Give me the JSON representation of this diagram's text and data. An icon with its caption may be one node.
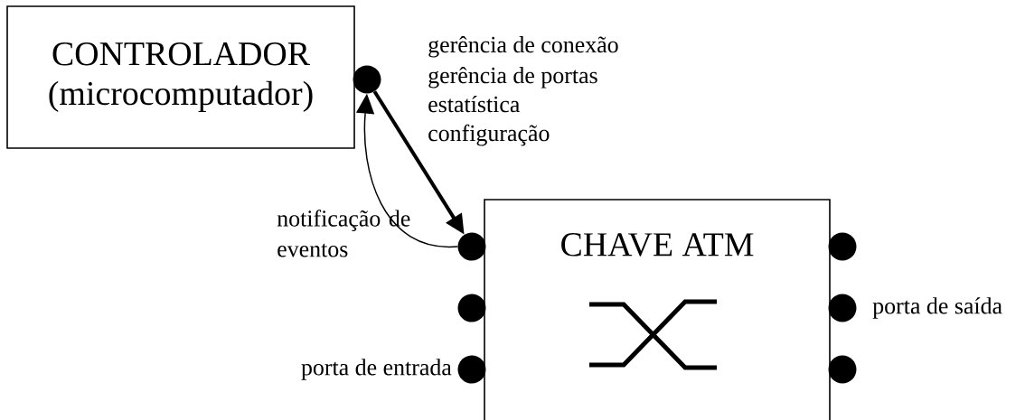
{
  "diagram": {
    "nodes": [
      {
        "text": [
          "CONTROLADOR",
          "(microcomputador)"
        ]
      },
      {
        "text": [],
        "shape": "circle"
      },
      {
        "text": [
          "CHAVE ATM"
        ]
      },
      {
        "text": [],
        "shape": "circle"
      },
      {
        "text": [],
        "shape": "circle"
      },
      {
        "text": [],
        "shape": "circle",
        "beside": [
          "porta de entrada"
        ]
      },
      {
        "text": [],
        "shape": "circle"
      },
      {
        "text": [],
        "shape": "circle",
        "beside": [
          "porta de saída"
        ]
      },
      {
        "text": [],
        "shape": "circle"
      }
    ],
    "edges": [
      {
        "from": 1,
        "to": 3,
        "arrow": "to",
        "style": "thick"
      },
      {
        "from": 3,
        "to": 1,
        "arrow": "to",
        "label": "notificação de eventos"
      }
    ],
    "labels": [
      "gerência de conexão",
      "gerência de portas",
      "estatística",
      "configuração"
    ]
  }
}
